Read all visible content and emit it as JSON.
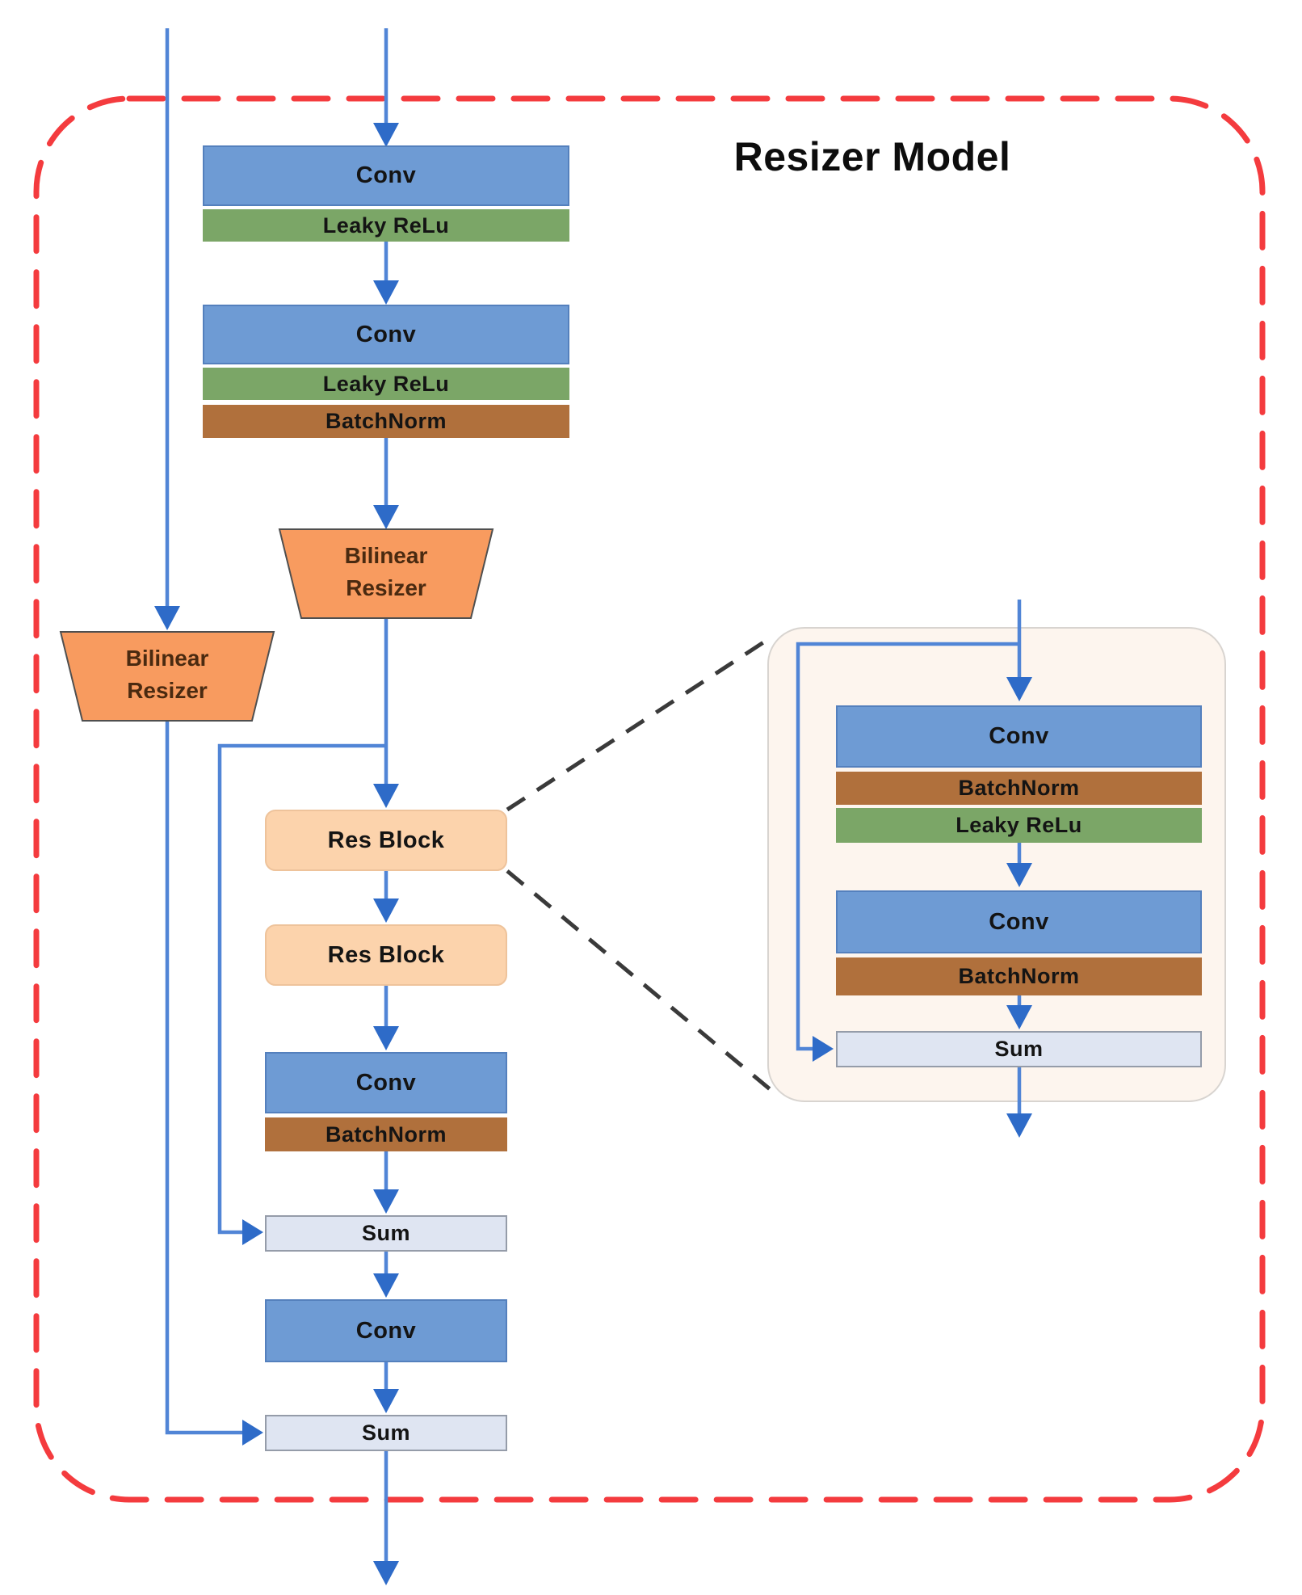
{
  "title": "Resizer Model",
  "colors": {
    "conv": "#6e9bd4",
    "conv_border": "#5480bd",
    "relu": "#7ba667",
    "batchnorm": "#b0703c",
    "resizer_fill": "#f89b5f",
    "resizer_border": "#4f4f4f",
    "res_block": "#fcd3ac",
    "res_block_border": "#eec39b",
    "sum_fill": "#dfe5f2",
    "sum_border": "#959ca9",
    "flow_line": "#5185d6",
    "arrow_head": "#2e6bc8",
    "model_border": "#f43b3e",
    "callout_line": "#3a3a3a",
    "expanded_bg": "#fdf5ee",
    "expanded_border": "#d8d4d0",
    "label_text": "#141414",
    "resizer_text": "#4a2a10"
  },
  "left_branch": {
    "bilinear_resizer": {
      "line1": "Bilinear",
      "line2": "Resizer"
    }
  },
  "main_branch": {
    "conv1": {
      "label": "Conv"
    },
    "leaky_relu1": {
      "label": "Leaky ReLu"
    },
    "conv2": {
      "label": "Conv"
    },
    "leaky_relu2": {
      "label": "Leaky ReLu"
    },
    "batchnorm1": {
      "label": "BatchNorm"
    },
    "bilinear_resizer": {
      "line1": "Bilinear",
      "line2": "Resizer"
    },
    "res_block1": {
      "label": "Res Block"
    },
    "res_block2": {
      "label": "Res Block"
    },
    "conv3": {
      "label": "Conv"
    },
    "batchnorm2": {
      "label": "BatchNorm"
    },
    "sum1": {
      "label": "Sum"
    },
    "conv4": {
      "label": "Conv"
    },
    "sum2": {
      "label": "Sum"
    }
  },
  "expanded_res_block": {
    "conv1": {
      "label": "Conv"
    },
    "batchnorm1": {
      "label": "BatchNorm"
    },
    "leaky_relu": {
      "label": "Leaky ReLu"
    },
    "conv2": {
      "label": "Conv"
    },
    "batchnorm2": {
      "label": "BatchNorm"
    },
    "sum": {
      "label": "Sum"
    }
  }
}
